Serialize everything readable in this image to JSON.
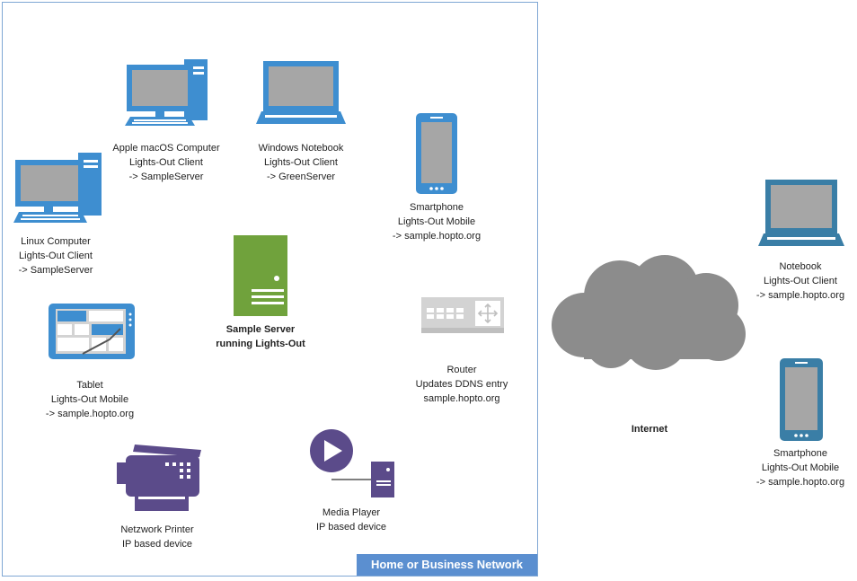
{
  "network": {
    "title": "Home or Business Network"
  },
  "devices": {
    "apple": {
      "lines": [
        "Apple macOS Computer",
        "Lights-Out Client",
        "-> SampleServer"
      ]
    },
    "windows": {
      "lines": [
        "Windows Notebook",
        "Lights-Out Client",
        "-> GreenServer"
      ]
    },
    "smartphone_home": {
      "lines": [
        "Smartphone",
        "Lights-Out Mobile",
        "-> sample.hopto.org"
      ]
    },
    "linux": {
      "lines": [
        "Linux Computer",
        "Lights-Out Client",
        "-> SampleServer"
      ]
    },
    "server": {
      "lines": [
        "Sample Server",
        "running Lights-Out"
      ]
    },
    "router": {
      "lines": [
        "Router",
        "Updates DDNS entry",
        "sample.hopto.org"
      ]
    },
    "tablet": {
      "lines": [
        "Tablet",
        "Lights-Out Mobile",
        "-> sample.hopto.org"
      ]
    },
    "printer": {
      "lines": [
        "Netzwork Printer",
        "IP based device"
      ]
    },
    "media_player": {
      "lines": [
        "Media Player",
        "IP based device"
      ]
    },
    "internet": {
      "lines": [
        "Internet"
      ]
    },
    "notebook_remote": {
      "lines": [
        "Notebook",
        "Lights-Out Client",
        "-> sample.hopto.org"
      ]
    },
    "smartphone_remote": {
      "lines": [
        "Smartphone",
        "Lights-Out Mobile",
        "-> sample.hopto.org"
      ]
    }
  },
  "colors": {
    "device_blue": "#3e8ed0",
    "screen_gray": "#a6a6a6",
    "server_green": "#70a23c",
    "purple": "#5b4b8a",
    "cloud_gray": "#8c8c8c",
    "label_bar": "#5b8fd0"
  },
  "icons": [
    "desktop-computer-icon",
    "laptop-icon",
    "smartphone-icon",
    "server-icon",
    "router-icon",
    "tablet-icon",
    "printer-icon",
    "media-player-icon",
    "cloud-icon"
  ]
}
